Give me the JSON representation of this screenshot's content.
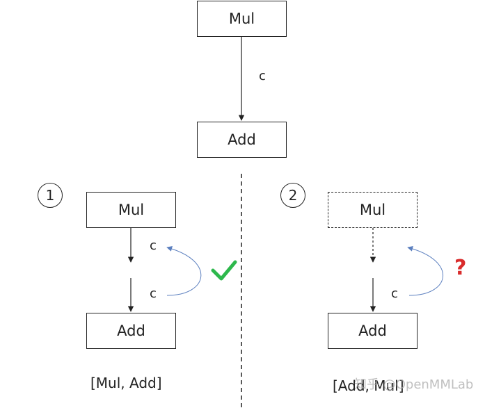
{
  "top": {
    "producer": "Mul",
    "consumer": "Add",
    "edge_label": "c"
  },
  "panel1": {
    "number": "1",
    "producer": "Mul",
    "consumer": "Add",
    "output_label": "c",
    "input_label": "c",
    "order_caption": "[Mul, Add]",
    "verdict_icon": "checkmark-icon"
  },
  "panel2": {
    "number": "2",
    "producer": "Mul",
    "consumer": "Add",
    "input_label": "c",
    "order_caption": "[Add, Mul]",
    "verdict_icon": "question-mark-icon",
    "verdict_mark": "?"
  },
  "watermark": "知乎 @OpenMMLab",
  "colors": {
    "stroke": "#222222",
    "curve": "#5b7fbf",
    "check": "#2db84c",
    "question": "#d92b2b"
  }
}
